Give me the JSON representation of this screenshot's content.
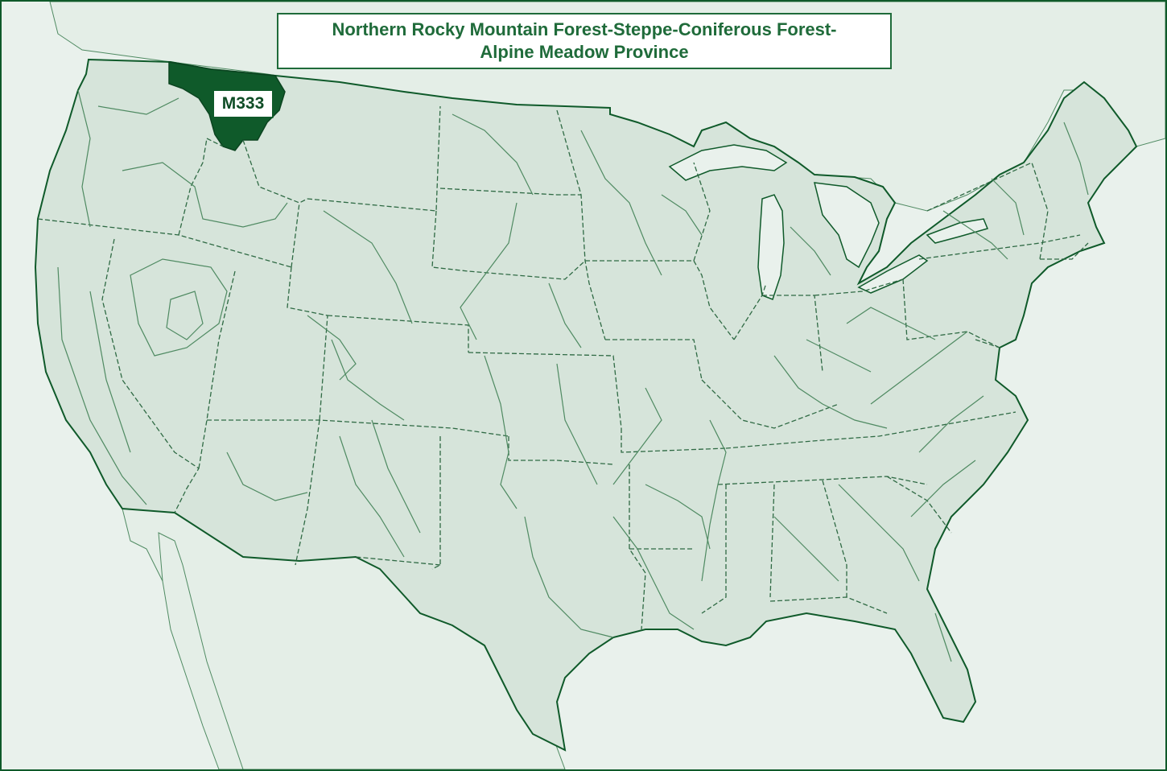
{
  "map": {
    "title_line1": "Northern Rocky Mountain Forest-Steppe-Coniferous Forest-",
    "title_line2": "Alpine Meadow Province",
    "highlighted_region_code": "M333"
  },
  "colors": {
    "ocean": "#e9f1ec",
    "land": "#d6e4da",
    "highlight": "#0f5a2a",
    "border": "#0f5a2a",
    "lines": "#3f7a52"
  }
}
